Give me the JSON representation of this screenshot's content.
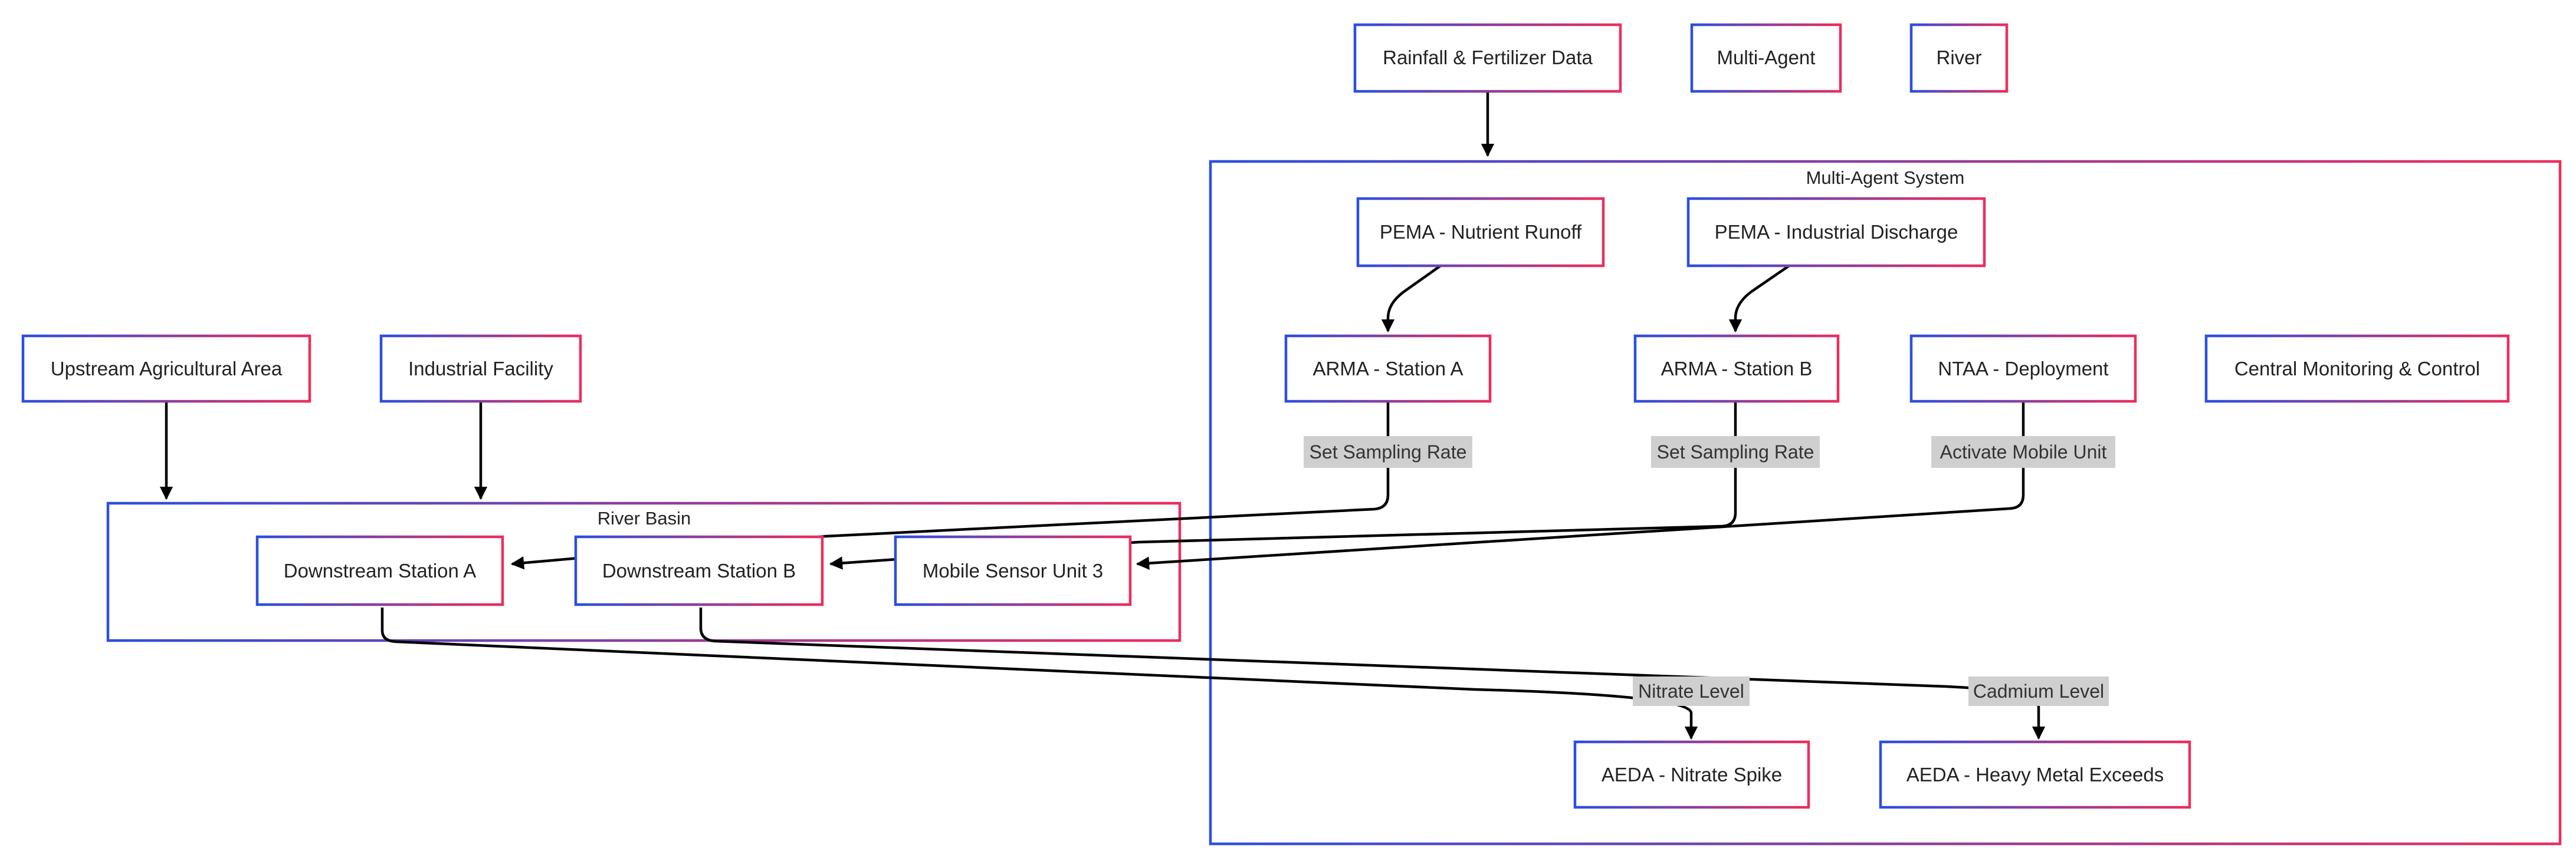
{
  "colors": {
    "border_start": "#2b4fe0",
    "border_end": "#ee2d5c",
    "edge": "#000000",
    "label_bg": "#cfcfcf"
  },
  "groups": {
    "multi_agent_system": "Multi-Agent System",
    "river_basin": "River Basin"
  },
  "nodes": {
    "rainfall": "Rainfall & Fertilizer Data",
    "multi_agent": "Multi-Agent",
    "river": "River",
    "pema_nutrient": "PEMA - Nutrient Runoff",
    "pema_industrial": "PEMA - Industrial Discharge",
    "arma_a": "ARMA - Station A",
    "arma_b": "ARMA - Station B",
    "ntaa": "NTAA - Deployment",
    "central": "Central Monitoring & Control",
    "upstream": "Upstream Agricultural Area",
    "industrial": "Industrial Facility",
    "downstream_a": "Downstream Station A",
    "downstream_b": "Downstream Station B",
    "mobile_sensor": "Mobile Sensor Unit 3",
    "aeda_nitrate": "AEDA - Nitrate Spike",
    "aeda_metal": "AEDA - Heavy Metal Exceeds"
  },
  "edge_labels": {
    "sampling_a": "Set Sampling Rate",
    "sampling_b": "Set Sampling Rate",
    "activate": "Activate Mobile Unit",
    "nitrate": "Nitrate Level",
    "cadmium": "Cadmium Level"
  }
}
